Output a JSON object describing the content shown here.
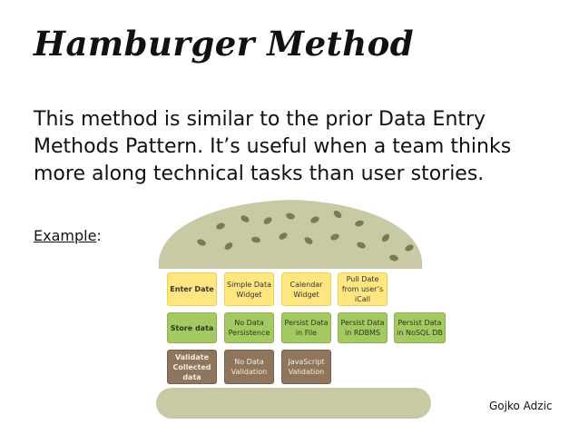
{
  "slide": {
    "title": "Hamburger Method",
    "body": "This method is similar to the prior Data Entry Methods Pattern.  It’s useful when a team thinks more along technical tasks than user stories.",
    "example_label": "Example",
    "example_suffix": ":",
    "author": "Gojko Adzic"
  },
  "diagram": {
    "colors": {
      "bun": "#c9c9a5",
      "seed": "#7b7a56",
      "top_row": "#ffe680",
      "middle_row": "#a5c962",
      "bottom_row": "#8e755b"
    },
    "rows": {
      "top": [
        "Enter Date",
        "Simple Data Widget",
        "Calendar Widget",
        "Pull Date from user’s iCall"
      ],
      "middle": [
        "Store data",
        "No Data Persistence",
        "Persist Data in File",
        "Persist Data in RDBMS",
        "Persist Data in NoSQL DB"
      ],
      "bottom": [
        "Validate Collected data",
        "No Data Validation",
        "JavaScript Validation"
      ]
    }
  }
}
